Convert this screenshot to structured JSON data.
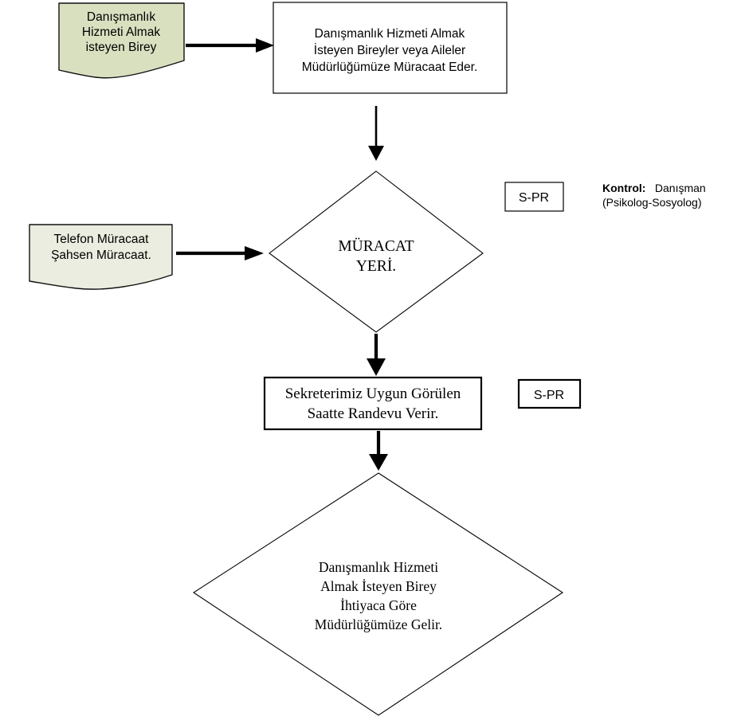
{
  "diagram": {
    "title": "Danismanlik Hizmeti Surec Akis Semasi",
    "background_color": "#ffffff",
    "line_color": "#000000",
    "callout_fill_primary": "#D9E0C0",
    "callout_fill_secondary": "#EAEDE0"
  },
  "nodes": {
    "callout_individual": {
      "shape": "document",
      "fill": "#D9E0C0",
      "lines": [
        "Danışmanlık",
        "Hizmeti Almak",
        "isteyen Birey"
      ]
    },
    "box_application": {
      "shape": "rectangle",
      "lines": [
        "Danışmanlık Hizmeti Almak",
        "İsteyen Bireyler veya Aileler",
        "Müdürlüğümüze Müracaat Eder."
      ]
    },
    "callout_application_channel": {
      "shape": "document",
      "fill": "#EAEDE0",
      "lines": [
        "Telefon Müracaat",
        "Şahsen Müracaat."
      ]
    },
    "diamond_application_place": {
      "shape": "diamond",
      "lines": [
        "MÜRACAT",
        "YERİ."
      ]
    },
    "box_secretary": {
      "shape": "rectangle",
      "lines": [
        "Sekreterimiz Uygun Görülen",
        "Saatte Randevu Verir."
      ]
    },
    "diamond_arrival": {
      "shape": "diamond",
      "lines": [
        "Danışmanlık Hizmeti",
        "Almak İsteyen Birey",
        "İhtiyaca Göre",
        "Müdürlüğümüze Gelir."
      ]
    }
  },
  "tags": {
    "spr_top": "S-PR",
    "spr_middle": "S-PR"
  },
  "notes": {
    "control": {
      "label": "Kontrol:",
      "value": "Danışman",
      "detail": "(Psikolog-Sosyolog)"
    }
  },
  "connectors": [
    {
      "name": "callout-to-application-box",
      "direction": "right"
    },
    {
      "name": "application-box-to-place-diamond",
      "direction": "down"
    },
    {
      "name": "channel-callout-to-place-diamond",
      "direction": "right"
    },
    {
      "name": "place-diamond-to-secretary-box",
      "direction": "down"
    },
    {
      "name": "secretary-box-to-arrival-diamond",
      "direction": "down"
    }
  ]
}
